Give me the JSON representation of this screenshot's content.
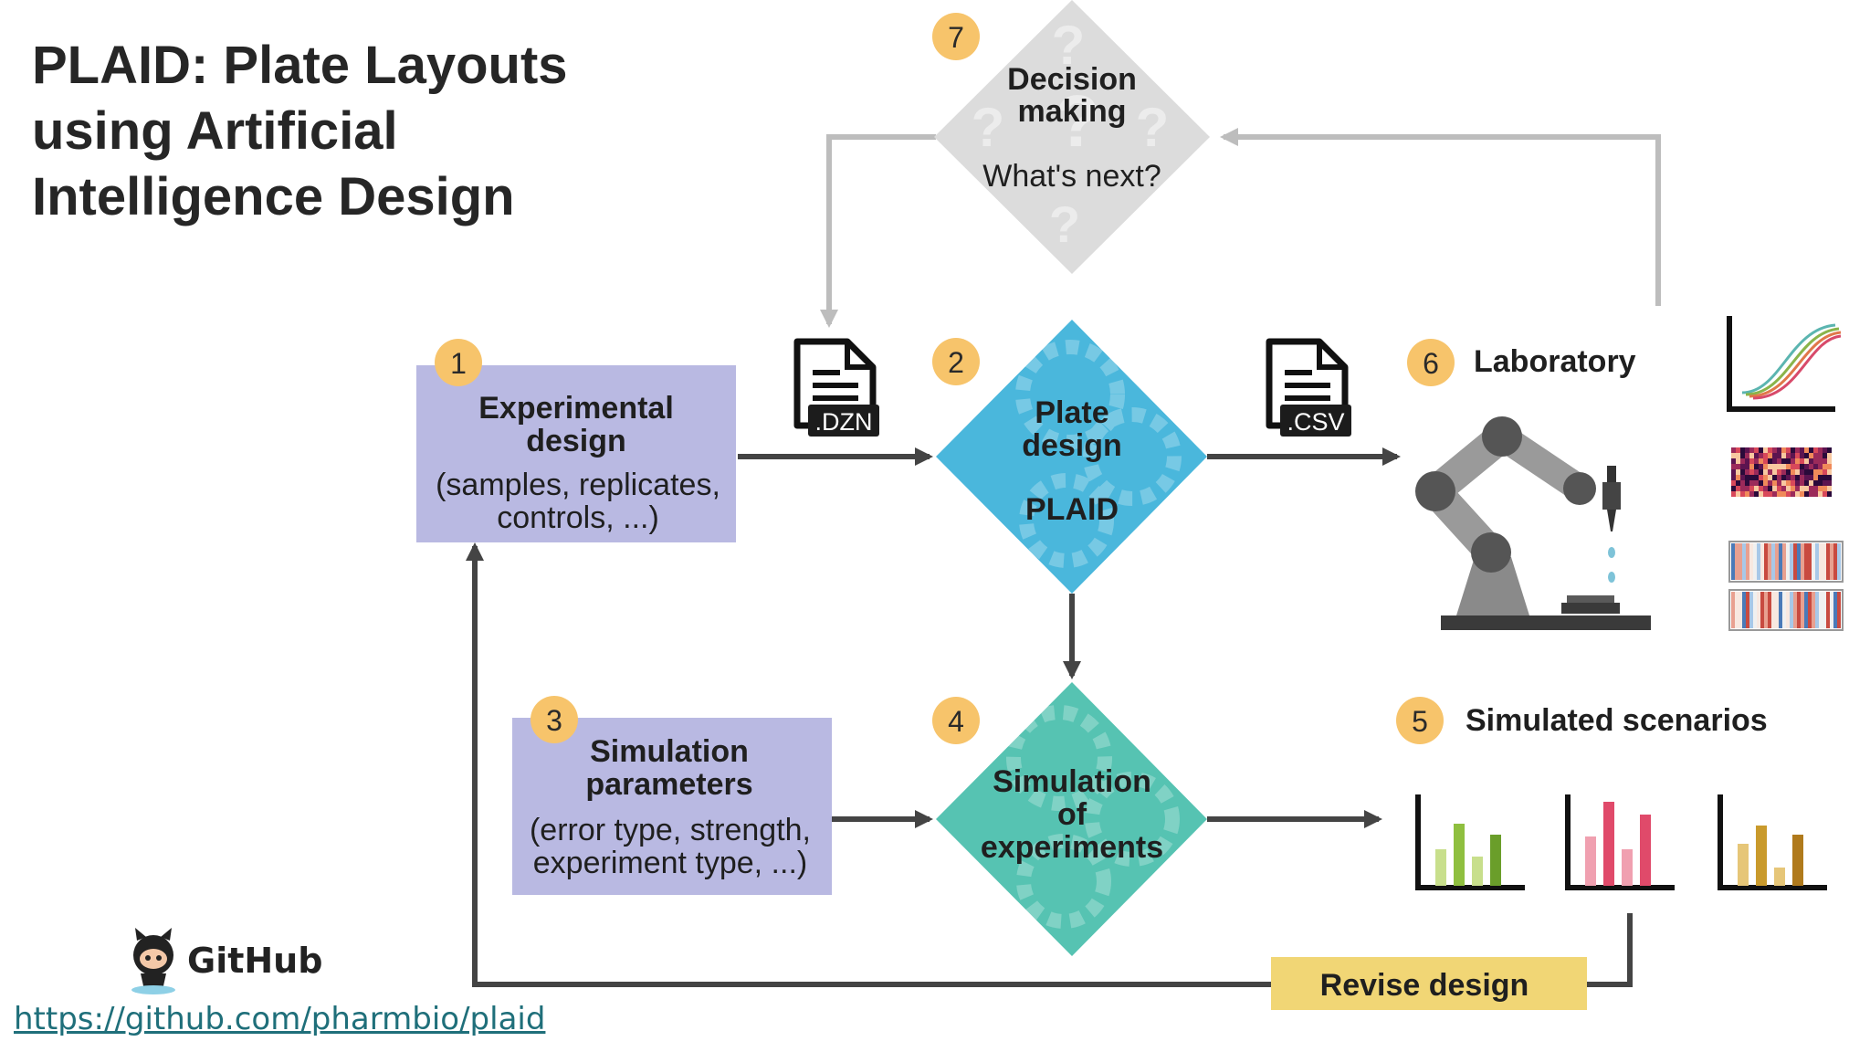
{
  "title_lines": [
    "PLAID: Plate Layouts",
    "using Artificial",
    "Intelligence Design"
  ],
  "github": {
    "label": "GitHub",
    "url": "https://github.com/pharmbio/plaid"
  },
  "steps": {
    "s1": {
      "num": "1",
      "title1": "Experimental",
      "title2": "design",
      "desc1": "(samples, replicates,",
      "desc2": "controls, ...)"
    },
    "s2": {
      "num": "2",
      "title1": "Plate",
      "title2": "design",
      "name": "PLAID"
    },
    "s3": {
      "num": "3",
      "title1": "Simulation",
      "title2": "parameters",
      "desc1": "(error type, strength,",
      "desc2": "experiment type, ...)"
    },
    "s4": {
      "num": "4",
      "title1": "Simulation",
      "title2": "of",
      "title3": "experiments"
    },
    "s5": {
      "num": "5",
      "title": "Simulated scenarios"
    },
    "s6": {
      "num": "6",
      "title": "Laboratory"
    },
    "s7": {
      "num": "7",
      "title1": "Decision",
      "title2": "making",
      "question": "What's next?"
    }
  },
  "files": {
    "dzn": ".DZN",
    "csv": ".CSV"
  },
  "revise": "Revise design",
  "colors": {
    "box_purple": "#b9b9e2",
    "diamond_blue": "#4ab7dc",
    "diamond_teal": "#56c3b2",
    "diamond_grey": "#dcdcdc",
    "badge": "#f7c46b",
    "revise": "#f1d675",
    "arrow": "#444444",
    "feedback_arrow": "#bdbdbd",
    "bars_green": "#8fbf3f",
    "bars_red": "#e04a6a",
    "bars_gold": "#c99a2c"
  },
  "icons": [
    "github-octocat-icon",
    "document-icon",
    "robot-arm-icon",
    "gear-icon",
    "question-mark-icon",
    "curve-plot-icon",
    "heatmap-icon",
    "bar-chart-icon"
  ]
}
